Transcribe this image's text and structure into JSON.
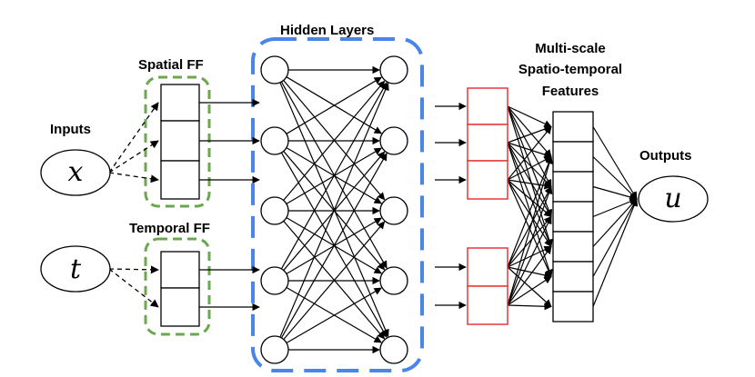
{
  "labels": {
    "inputs": "Inputs",
    "spatial_ff": "Spatial FF",
    "temporal_ff": "Temporal FF",
    "hidden_layers": "Hidden Layers",
    "features_line1": "Multi-scale",
    "features_line2": "Spatio-temporal",
    "features_line3": "Features",
    "outputs": "Outputs"
  },
  "variables": {
    "input_x": "x",
    "input_t": "t",
    "output_u": "u"
  },
  "structure": {
    "hidden_layer_count": 2,
    "neurons_per_hidden_layer": 5,
    "spatial_ff_cells": 3,
    "temporal_ff_cells": 2,
    "spatial_feature_cells": 3,
    "temporal_feature_cells": 2,
    "concat_feature_cells": 7
  },
  "colors": {
    "spatial_ff_border": "#6aa84f",
    "hidden_layers_border": "#4a86e8",
    "feature_border": "#e53935",
    "stroke": "#000000"
  }
}
